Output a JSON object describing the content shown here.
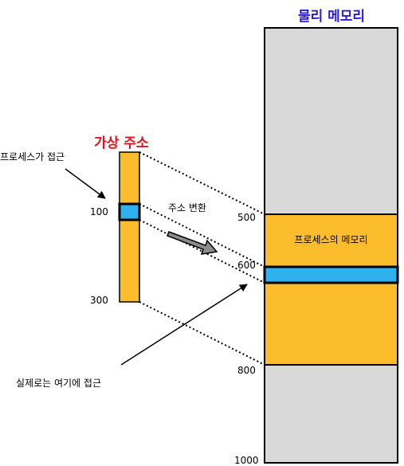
{
  "physical_memory": {
    "title": "물리 메모리",
    "process_region_label": "프로세스의 메모리",
    "ticks": [
      "500",
      "600",
      "800",
      "1000"
    ]
  },
  "virtual_address": {
    "title": "가상 주소",
    "ticks": [
      "100",
      "300"
    ]
  },
  "annotations": {
    "process_access": "프로세스가 접근",
    "translation": "주소 변환",
    "actual_access": "실제로는 여기에 접근"
  },
  "colors": {
    "memory_gray": "#d9d9d9",
    "process_orange": "#fbbd2c",
    "access_blue": "#2fb1ee",
    "title_blue": "#2a1bd6",
    "title_red": "#e8101a"
  }
}
